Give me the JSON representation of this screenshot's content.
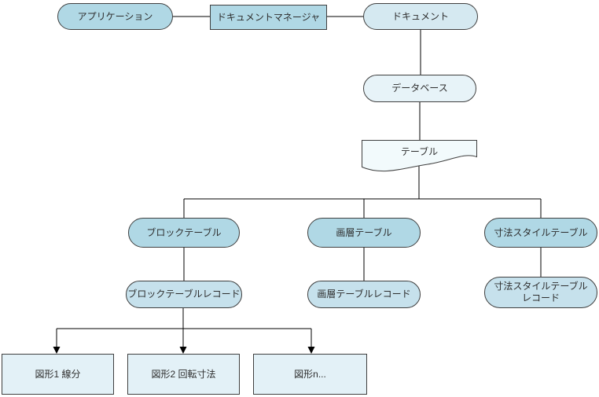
{
  "diagram": {
    "type": "hierarchy-flowchart",
    "background": "#ffffff",
    "colors": {
      "fill_primary": "#b0d8e5",
      "fill_document_node": "#d5e9f1",
      "fill_database_node": "#e7f3f8",
      "fill_table_doc": "#f2fafc",
      "fill_record": "#c6e1ec",
      "fill_entity": "#e3f1f7",
      "shape_border": "#3f3f3f",
      "connector": "#000000",
      "text": "#2e2e2e"
    },
    "nodes": [
      {
        "id": "application",
        "label": "アプリケーション",
        "shape": "stadium"
      },
      {
        "id": "document-manager",
        "label": "ドキュメントマネージャ",
        "shape": "rect"
      },
      {
        "id": "document",
        "label": "ドキュメント",
        "shape": "stadium"
      },
      {
        "id": "database",
        "label": "データベース",
        "shape": "stadium"
      },
      {
        "id": "table",
        "label": "テーブル",
        "shape": "document"
      },
      {
        "id": "block-table",
        "label": "ブロックテーブル",
        "shape": "stadium"
      },
      {
        "id": "layer-table",
        "label": "画層テーブル",
        "shape": "stadium"
      },
      {
        "id": "dimstyle-table",
        "label": "寸法スタイルテーブル",
        "shape": "stadium"
      },
      {
        "id": "block-table-record",
        "label": "ブロックテーブルレコード",
        "shape": "stadium"
      },
      {
        "id": "layer-table-record",
        "label": "画層テーブルレコード",
        "shape": "stadium"
      },
      {
        "id": "dimstyle-table-record",
        "label": "寸法スタイルテーブルレコード",
        "shape": "stadium"
      },
      {
        "id": "entity-1",
        "label": "図形1 線分",
        "shape": "rect"
      },
      {
        "id": "entity-2",
        "label": "図形2 回転寸法",
        "shape": "rect"
      },
      {
        "id": "entity-n",
        "label": "図形n...",
        "shape": "rect"
      }
    ],
    "edges": [
      {
        "from": "application",
        "to": "document-manager",
        "arrow": false
      },
      {
        "from": "document-manager",
        "to": "document",
        "arrow": false
      },
      {
        "from": "document",
        "to": "database",
        "arrow": false
      },
      {
        "from": "database",
        "to": "table",
        "arrow": false
      },
      {
        "from": "table",
        "to": "block-table",
        "arrow": false
      },
      {
        "from": "table",
        "to": "layer-table",
        "arrow": false
      },
      {
        "from": "table",
        "to": "dimstyle-table",
        "arrow": false
      },
      {
        "from": "block-table",
        "to": "block-table-record",
        "arrow": false
      },
      {
        "from": "layer-table",
        "to": "layer-table-record",
        "arrow": false
      },
      {
        "from": "dimstyle-table",
        "to": "dimstyle-table-record",
        "arrow": false
      },
      {
        "from": "block-table-record",
        "to": "entity-1",
        "arrow": true
      },
      {
        "from": "block-table-record",
        "to": "entity-2",
        "arrow": true
      },
      {
        "from": "block-table-record",
        "to": "entity-n",
        "arrow": true
      }
    ]
  }
}
